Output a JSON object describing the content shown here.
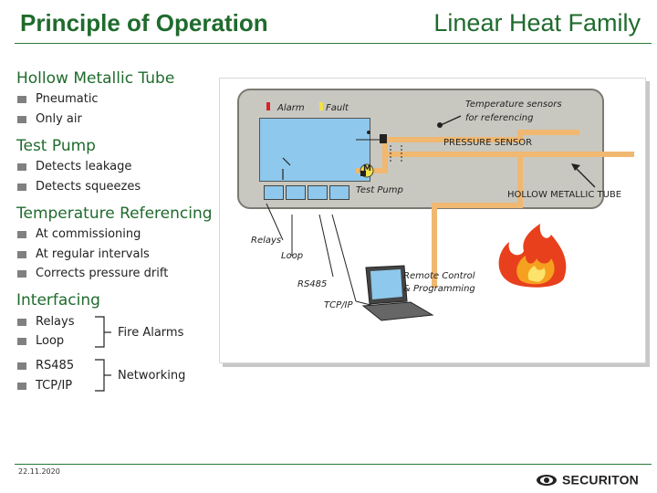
{
  "header": {
    "title_left": "Principle of Operation",
    "title_right": "Linear Heat Family"
  },
  "sections": [
    {
      "heading": "Hollow Metallic Tube",
      "bullets": [
        "Pneumatic",
        "Only air"
      ]
    },
    {
      "heading": "Test Pump",
      "bullets": [
        "Detects leakage",
        "Detects squeezes"
      ]
    },
    {
      "heading": "Temperature Referencing",
      "bullets": [
        "At commissioning",
        "At regular intervals",
        "Corrects pressure drift"
      ]
    },
    {
      "heading": "Interfacing",
      "bullets": [
        "Relays",
        "Loop",
        "RS485",
        "TCP/IP"
      ]
    }
  ],
  "groups": {
    "fire_alarms": "Fire Alarms",
    "networking": "Networking"
  },
  "diagram": {
    "alarm": "Alarm",
    "fault": "Fault",
    "temp_sensors_line1": "Temperature sensors",
    "temp_sensors_line2": "for referencing",
    "pressure_sensor": "PRESSURE SENSOR",
    "motor": "M",
    "test_pump": "Test Pump",
    "hollow_tube": "HOLLOW METALLIC TUBE",
    "relays": "Relays",
    "loop": "Loop",
    "rs485": "RS485",
    "tcpip": "TCP/IP",
    "remote_line1": "Remote Control",
    "remote_line2": "& Programming"
  },
  "footer": {
    "date": "22.11.2020",
    "logo": "SECURITON"
  },
  "colors": {
    "title_green": "#1f6b2d",
    "tube_orange": "#f0b870",
    "screen_blue": "#8ec8ec",
    "alarm_red": "#d8232a",
    "fault_yellow": "#f2e14a"
  }
}
